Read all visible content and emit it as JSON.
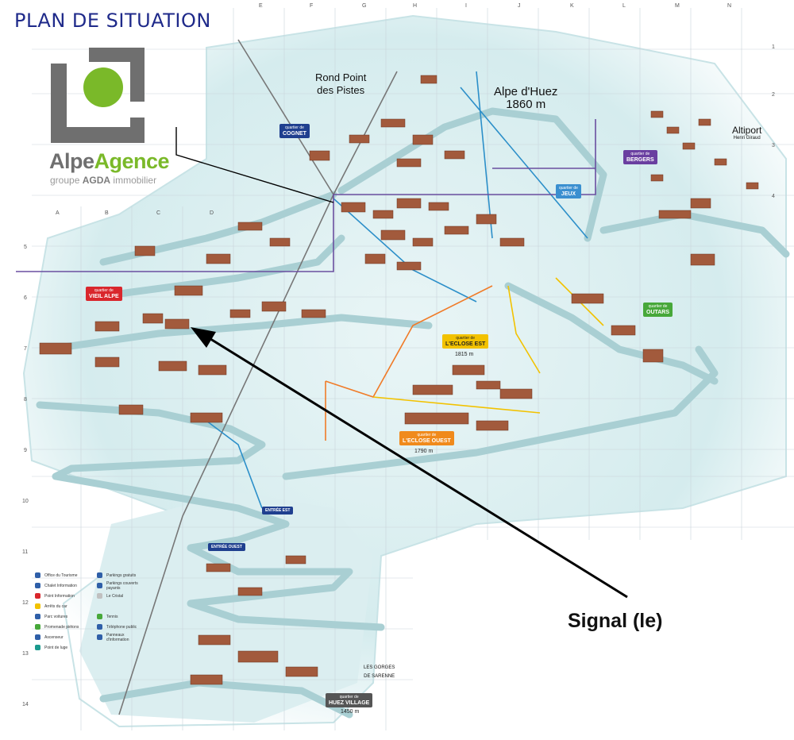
{
  "page_title": "PLAN DE SITUATION",
  "logo": {
    "brand_main": "Alpe",
    "brand_accent": "Agence",
    "tagline_prefix": "groupe",
    "tagline_bold": "AGDA",
    "tagline_suffix": "immobilier",
    "colors": {
      "grey": "#6f6f6f",
      "green": "#7ab929"
    }
  },
  "callout": {
    "label": "Signal (le)",
    "color": "#000000"
  },
  "map": {
    "resort_name": "Alpe d'Huez",
    "resort_altitude": "1860 m",
    "rond_point": "Rond Point\ndes Pistes",
    "altiport_name": "Altiport",
    "altiport_sub": "Henri Giraud",
    "districts": [
      {
        "name": "COGNET",
        "color": "#1f3f8f"
      },
      {
        "name": "VIEIL ALPE",
        "color": "#d9262c"
      },
      {
        "name": "BERGERS",
        "color": "#6a3fa0"
      },
      {
        "name": "JEUX",
        "color": "#3a8fd0"
      },
      {
        "name": "OUTARS",
        "color": "#47a83a"
      },
      {
        "name": "L'ECLOSE EST",
        "color": "#f2c200",
        "altitude": "1815 m"
      },
      {
        "name": "L'ECLOSE OUEST",
        "color": "#f08a1c",
        "altitude": "1790 m"
      },
      {
        "name": "HUEZ VILLAGE",
        "color": "#555555",
        "altitude": "1450 m"
      }
    ],
    "district_prefix": "quartier de",
    "grid_cols": [
      "A",
      "B",
      "C",
      "D",
      "E",
      "F",
      "G",
      "H",
      "I",
      "J",
      "K",
      "L",
      "M",
      "N"
    ],
    "grid_rows": [
      "1",
      "2",
      "3",
      "4",
      "5",
      "6",
      "7",
      "8",
      "9",
      "10",
      "11",
      "12",
      "13",
      "14"
    ],
    "entries": [
      "ENTRÉE EST",
      "ENTRÉE OUEST"
    ],
    "gorges_label": "LES GORGES\nDE SARENNE"
  },
  "legend": {
    "items": [
      "Office du Tourisme",
      "Chalet Information",
      "Point Information",
      "Arrêts du car",
      "Parc voitures",
      "Promenade piétons",
      "Ascenseur",
      "Point de luge"
    ],
    "items_right": [
      "Parkings gratuits",
      "Parkings couverts payants",
      "Le Cristal",
      "Tennis",
      "Téléphone public",
      "Panneaux d'information"
    ]
  }
}
